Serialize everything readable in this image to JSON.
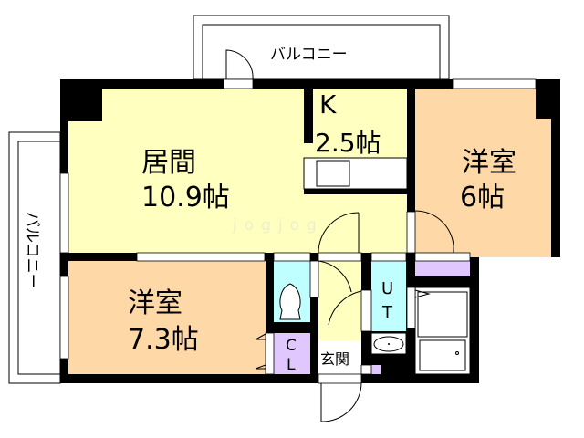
{
  "colors": {
    "wall": "#000000",
    "living_kitchen": "#ffffc0",
    "western_room": "#ffd8a8",
    "wet_area": "#c0ffff",
    "closet": "#e0c8ff",
    "balcony": "#ffffff"
  },
  "rooms": {
    "living": {
      "name": "居間",
      "size": "10.9帖"
    },
    "kitchen": {
      "name": "K",
      "size": "2.5帖"
    },
    "western_room_right": {
      "name": "洋室",
      "size": "6帖"
    },
    "western_room_bottom": {
      "name": "洋室",
      "size": "7.3帖"
    },
    "utility": {
      "name_line1": "U",
      "name_line2": "T"
    },
    "closet": {
      "name_line1": "C",
      "name_line2": "L"
    },
    "entrance": {
      "name": "玄関"
    }
  },
  "balconies": {
    "top": "バルコニー",
    "left": "バルコニー"
  },
  "watermark": "jogjog"
}
